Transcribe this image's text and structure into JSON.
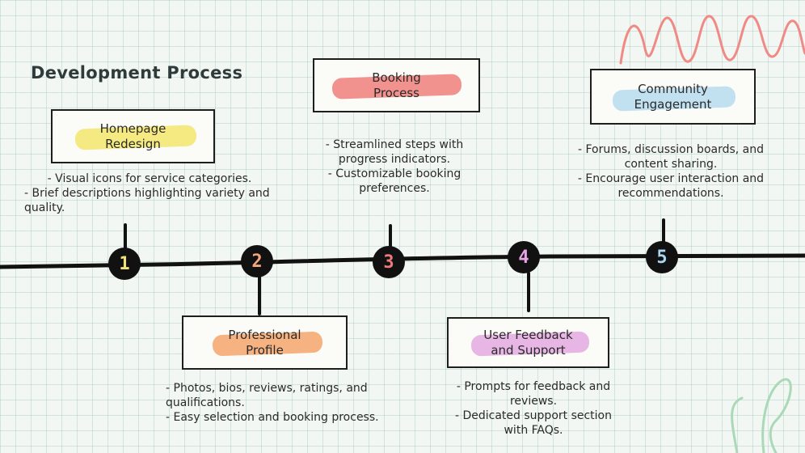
{
  "title": "Development Process",
  "steps": [
    {
      "number": "1",
      "color": "#f2e27a",
      "heading": "Homepage\nRedesign",
      "highlight": "#f3e66d",
      "bullets": [
        "- Visual icons for service categories.",
        "- Brief descriptions highlighting variety and quality."
      ]
    },
    {
      "number": "2",
      "color": "#f3a777",
      "heading": "Professional\nProfile",
      "highlight": "#f4a56c",
      "bullets": [
        "- Photos, bios, reviews, ratings, and qualifications.",
        "- Easy selection and booking process."
      ]
    },
    {
      "number": "3",
      "color": "#ef7a78",
      "heading": "Booking\nProcess",
      "highlight": "#ef7f7c",
      "bullets": [
        "- Streamlined steps with progress indicators.",
        "- Customizable booking preferences."
      ]
    },
    {
      "number": "4",
      "color": "#e8a4e4",
      "heading": "User Feedback\nand Support",
      "highlight": "#e2a5de",
      "bullets": [
        "- Prompts for feedback and reviews.",
        "- Dedicated support section with FAQs."
      ]
    },
    {
      "number": "5",
      "color": "#a9d6f1",
      "heading": "Community\nEngagement",
      "highlight": "#b6dcef",
      "bullets": [
        "- Forums, discussion boards, and content sharing.",
        "- Encourage user interaction and recommendations."
      ]
    }
  ],
  "colors": {
    "line": "#111111",
    "zigzag": "#ef8a86",
    "leaf": "#a9d9b7"
  }
}
